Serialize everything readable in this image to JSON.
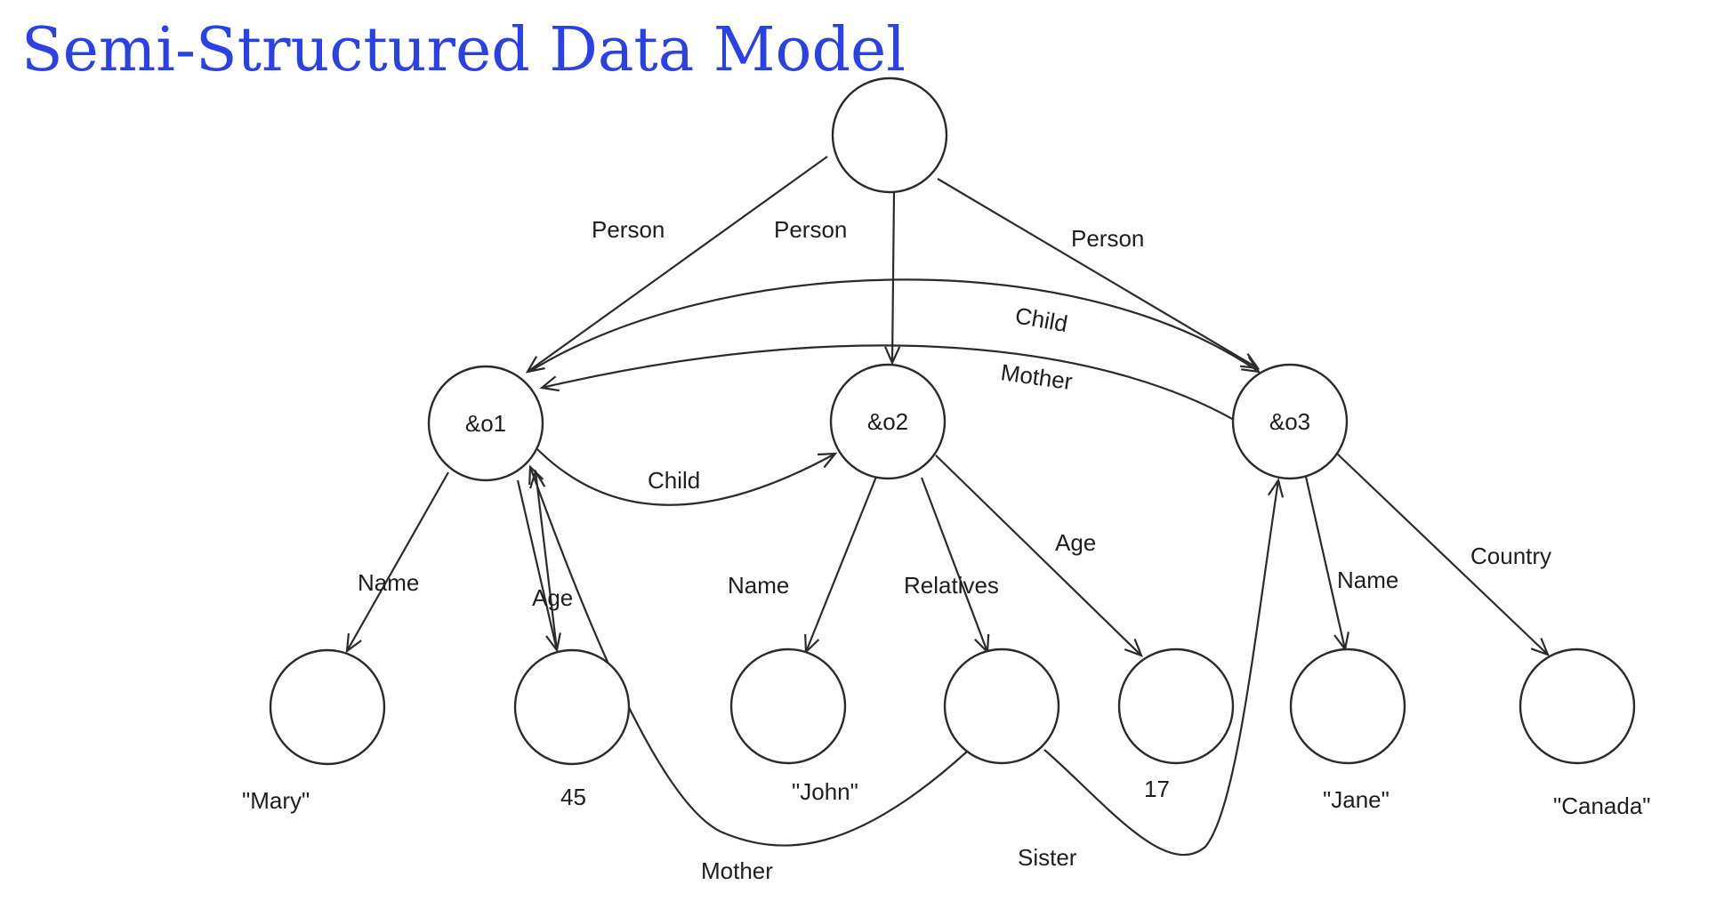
{
  "title": "Semi-Structured Data Model",
  "colors": {
    "title": "#2a41e6",
    "stroke": "#2b2b2b",
    "text": "#1e1e1e",
    "background": "#ffffff"
  },
  "diagram": {
    "nodes": {
      "o1": "&o1",
      "o2": "&o2",
      "o3": "&o3"
    },
    "values": {
      "mary": "\"Mary\"",
      "age45": "45",
      "john": "\"John\"",
      "age17": "17",
      "jane": "\"Jane\"",
      "canada": "\"Canada\""
    },
    "edges": {
      "person1": "Person",
      "person2": "Person",
      "person3": "Person",
      "child_o3": "Child",
      "mother_o1": "Mother",
      "child_o2": "Child",
      "name_o1": "Name",
      "age_o1": "Age",
      "name_o2": "Name",
      "relatives": "Relatives",
      "age_o2": "Age",
      "name_o3": "Name",
      "country": "Country",
      "mother_rel": "Mother",
      "sister_rel": "Sister"
    }
  }
}
